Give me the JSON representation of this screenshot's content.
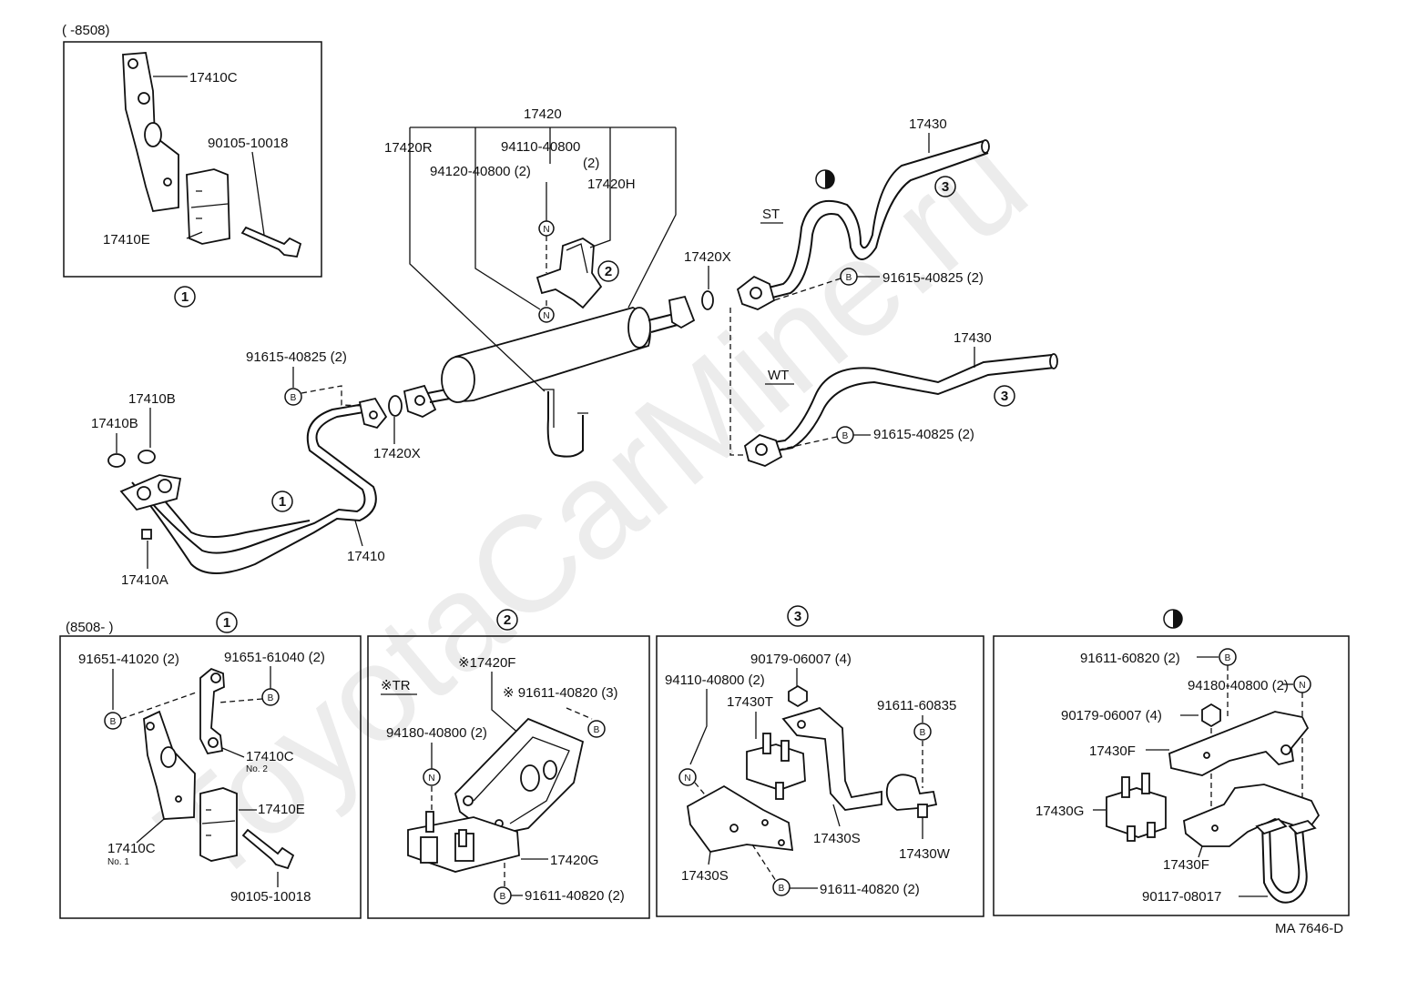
{
  "watermark": "ToyotaCarMine.ru",
  "drawing_number": "MA 7646-D",
  "markers": {
    "circle_1": "1",
    "circle_2": "2",
    "circle_3": "3",
    "letter_B": "B",
    "letter_N": "N"
  },
  "main": {
    "st_label": "ST",
    "wt_label": "WT",
    "labels": {
      "p17420": "17420",
      "p17420R": "17420R",
      "p94110": "94110-40800",
      "p94110_qty": "(2)",
      "p94120": "94120-40800 (2)",
      "p17420H": "17420H",
      "p17420X_top": "17420X",
      "p17420X_bottom": "17420X",
      "p91615_left": "91615-40825 (2)",
      "p91615_st": "91615-40825 (2)",
      "p91615_wt": "91615-40825 (2)",
      "p17430_st": "17430",
      "p17430_wt": "17430",
      "p17410B_a": "17410B",
      "p17410B_b": "17410B",
      "p17410": "17410",
      "p17410A": "17410A"
    }
  },
  "inset_top_left": {
    "range": "(        -8508)",
    "labels": {
      "p17410C": "17410C",
      "p90105": "90105-10018",
      "p17410E": "17410E"
    }
  },
  "panel_1": {
    "range": "(8508-        )",
    "labels": {
      "p91651_41020": "91651-41020 (2)",
      "p91651_61040": "91651-61040 (2)",
      "p17410C_no2": "17410C",
      "no2": "No. 2",
      "p17410E": "17410E",
      "p17410C_no1": "17410C",
      "no1": "No. 1",
      "p90105": "90105-10018"
    }
  },
  "panel_2": {
    "labels": {
      "tr": "※TR",
      "p17420F": "※17420F",
      "p91611_40820_3": "※ 91611-40820 (3)",
      "p94180": "94180-40800 (2)",
      "p17420G": "17420G",
      "p91611_40820_2": "91611-40820 (2)"
    }
  },
  "panel_3": {
    "labels": {
      "p90179": "90179-06007 (4)",
      "p94110": "94110-40800 (2)",
      "p17430T": "17430T",
      "p91611_60835": "91611-60835",
      "p17430S_a": "17430S",
      "p17430S_b": "17430S",
      "p17430W": "17430W",
      "p91611_40820": "91611-40820 (2)"
    }
  },
  "panel_4": {
    "labels": {
      "p91611_60820": "91611-60820 (2)",
      "p94180": "94180-40800 (2)",
      "p90179": "90179-06007 (4)",
      "p17430F_a": "17430F",
      "p17430G": "17430G",
      "p17430F_b": "17430F",
      "p90117": "90117-08017"
    }
  }
}
